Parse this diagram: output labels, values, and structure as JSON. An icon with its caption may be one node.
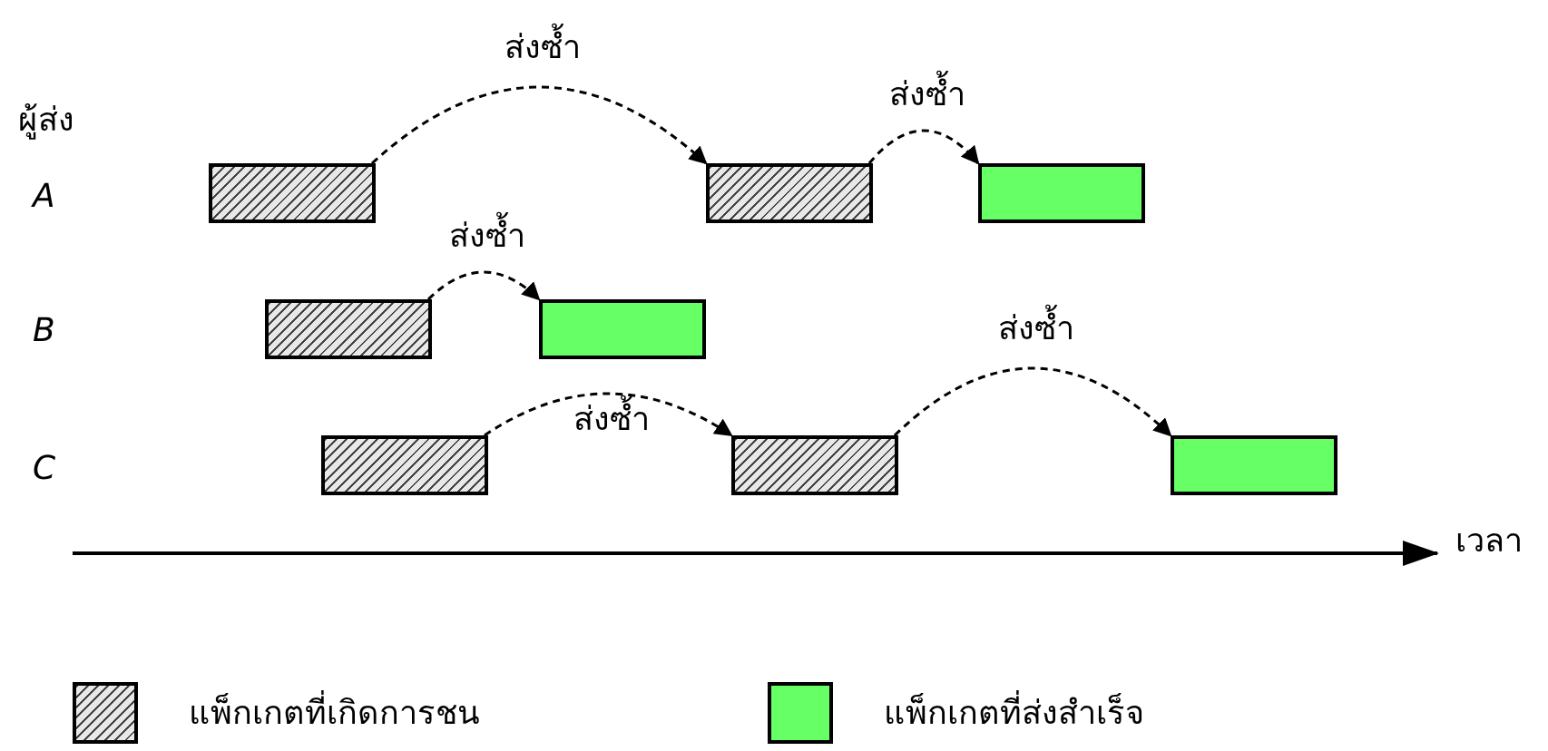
{
  "diagram": {
    "nodes": [
      {
        "text": [],
        "shape": "box"
      },
      {
        "text": [],
        "shape": "box"
      },
      {
        "text": [],
        "shape": "box"
      },
      {
        "text": [],
        "shape": "box"
      },
      {
        "text": [],
        "shape": "box"
      },
      {
        "text": [],
        "shape": "box"
      },
      {
        "text": [],
        "shape": "box"
      },
      {
        "text": [],
        "shape": "box"
      }
    ],
    "edges": [
      {
        "from": 0,
        "to": 1,
        "arrow": "to",
        "label": "ส่งซ้ำ",
        "style": "dashed"
      },
      {
        "from": 1,
        "to": 2,
        "arrow": "to",
        "label": "ส่งซ้ำ",
        "style": "dashed"
      },
      {
        "from": 3,
        "to": 4,
        "arrow": "to",
        "label": "ส่งซ้ำ",
        "style": "dashed"
      },
      {
        "from": 5,
        "to": 6,
        "arrow": "to",
        "label": "ส่งซ้ำ",
        "style": "dashed"
      },
      {
        "from": 6,
        "to": 7,
        "arrow": "to",
        "label": "ส่งซ้ำ",
        "style": "dashed"
      }
    ],
    "labels": [
      "ผู้ส่ง",
      "A",
      "B",
      "C",
      "เวลา"
    ],
    "legend": [
      {
        "text": "แพ็กเกตที่เกิดการชน"
      },
      {
        "text": "แพ็กเกตที่ส่งสำเร็จ",
        "color": "#66ff66"
      }
    ]
  }
}
